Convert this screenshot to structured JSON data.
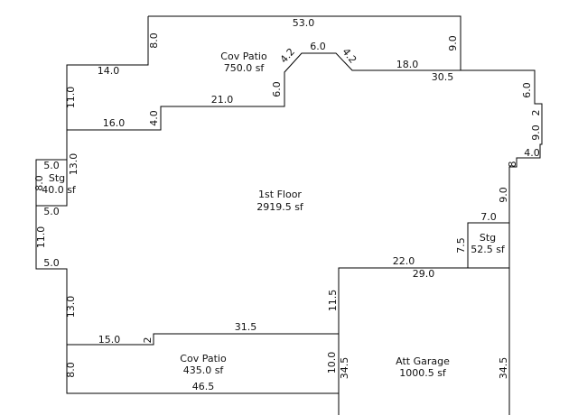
{
  "rooms": {
    "first_floor": {
      "name": "1st Floor",
      "area": "2919.5 sf"
    },
    "cov_patio_top": {
      "name": "Cov Patio",
      "area": "750.0 sf"
    },
    "stg_left": {
      "name": "Stg",
      "area": "40.0 sf"
    },
    "stg_right": {
      "name": "Stg",
      "area": "52.5 sf"
    },
    "cov_patio_bottom": {
      "name": "Cov Patio",
      "area": "435.0 sf"
    },
    "att_garage": {
      "name": "Att Garage",
      "area": "1000.5 sf"
    }
  },
  "dimensions": {
    "d53": "53.0",
    "d8_top": "8.0",
    "d9_top": "9.0",
    "d6_top": "6.0",
    "d4_2_left": "4.2",
    "d4_2_right": "4.2",
    "d14": "14.0",
    "d18": "18.0",
    "d30_5": "30.5",
    "d6_right": "6.0",
    "d11_left": "11.0",
    "d6_mid": "6.0",
    "d21": "21.0",
    "d2_right": "2",
    "d16": "16.0",
    "d4_left": "4.0",
    "d9_right": "9.0",
    "d4_right": "4.0",
    "d5_stg_top": "5.0",
    "d13_stg": "13.0",
    "d8_stg": "8.0",
    "d5_stg_bottom": "5.0",
    "d8_small": "8",
    "d9_lower": "9.0",
    "d7": "7.0",
    "d11_lower": "11.0",
    "d7_5": "7.5",
    "d22": "22.0",
    "d5_lower": "5.0",
    "d29": "29.0",
    "d13_lower": "13.0",
    "d11_5": "11.5",
    "d31_5": "31.5",
    "d15": "15.0",
    "d2_bottom": "2",
    "d10": "10.0",
    "d34_5_left": "34.5",
    "d34_5_right": "34.5",
    "d8_bottom": "8.0",
    "d46_5": "46.5"
  }
}
